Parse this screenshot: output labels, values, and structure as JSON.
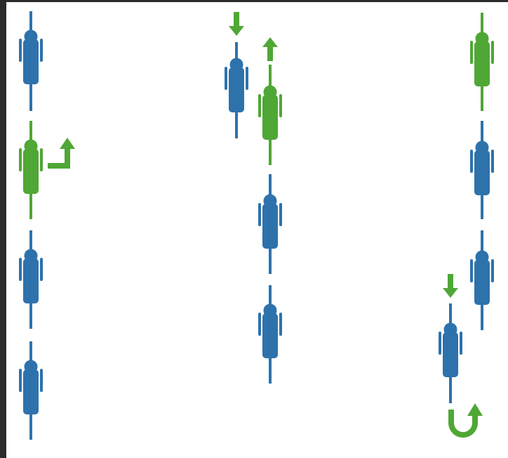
{
  "colors": {
    "primary": "#2e72ac",
    "highlight": "#4fa735",
    "background": "#ffffff",
    "frame": "#2b2b2b"
  },
  "columns": [
    {
      "name": "left-column",
      "riders": [
        {
          "color": "primary"
        },
        {
          "color": "highlight",
          "action": "turn-right-arrow"
        },
        {
          "color": "primary"
        },
        {
          "color": "primary"
        }
      ]
    },
    {
      "name": "middle-column",
      "riders": [
        {
          "color": "primary",
          "action": "down-arrow"
        },
        {
          "color": "highlight",
          "action": "up-arrow"
        },
        {
          "color": "primary"
        },
        {
          "color": "primary"
        }
      ]
    },
    {
      "name": "right-column",
      "riders": [
        {
          "color": "highlight"
        },
        {
          "color": "primary"
        },
        {
          "color": "primary"
        },
        {
          "color": "primary",
          "action": "down-arrow"
        },
        {
          "action": "u-turn-arrow"
        }
      ]
    }
  ]
}
